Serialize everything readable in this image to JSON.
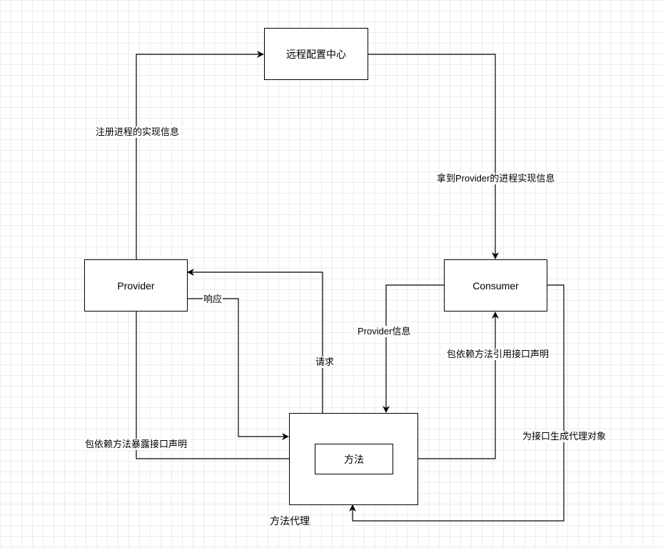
{
  "nodes": {
    "config_center": "远程配置中心",
    "provider": "Provider",
    "consumer": "Consumer",
    "proxy_container": "方法代理",
    "method": "方法"
  },
  "edges": {
    "provider_to_config": "注册进程的实现信息",
    "config_to_consumer": "拿到Provider的进程实现信息",
    "consumer_to_proxy": "Provider信息",
    "proxy_to_provider": "请求",
    "provider_response": "响应",
    "provider_to_method": "包依赖方法暴露接口声明",
    "method_to_consumer": "包依赖方法引用接口声明",
    "consumer_to_proxy_object": "为接口生成代理对象"
  }
}
